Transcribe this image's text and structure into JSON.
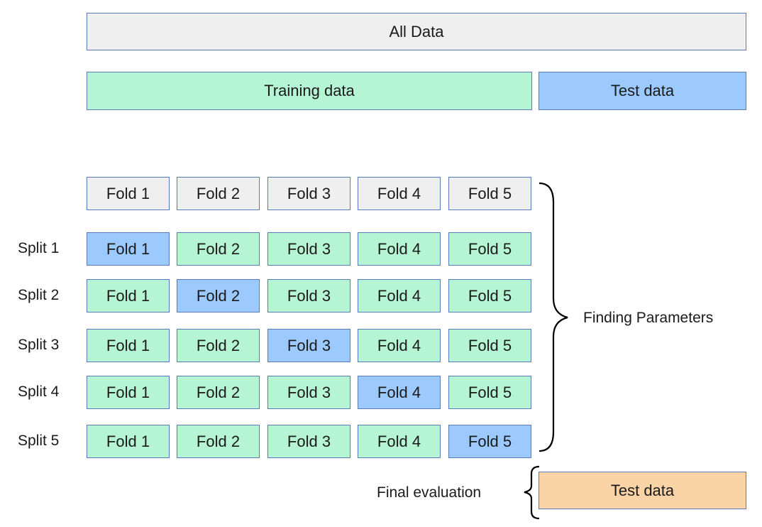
{
  "all_data": "All Data",
  "training_data": "Training data",
  "test_data": "Test data",
  "fold_header": [
    "Fold 1",
    "Fold 2",
    "Fold 3",
    "Fold 4",
    "Fold 5"
  ],
  "splits": [
    {
      "label": "Split 1",
      "folds": [
        "Fold 1",
        "Fold 2",
        "Fold 3",
        "Fold 4",
        "Fold 5"
      ],
      "test_fold": 1
    },
    {
      "label": "Split 2",
      "folds": [
        "Fold 1",
        "Fold 2",
        "Fold 3",
        "Fold 4",
        "Fold 5"
      ],
      "test_fold": 2
    },
    {
      "label": "Split 3",
      "folds": [
        "Fold 1",
        "Fold 2",
        "Fold 3",
        "Fold 4",
        "Fold 5"
      ],
      "test_fold": 3
    },
    {
      "label": "Split 4",
      "folds": [
        "Fold 1",
        "Fold 2",
        "Fold 3",
        "Fold 4",
        "Fold 5"
      ],
      "test_fold": 4
    },
    {
      "label": "Split 5",
      "folds": [
        "Fold 1",
        "Fold 2",
        "Fold 3",
        "Fold 4",
        "Fold 5"
      ],
      "test_fold": 5
    }
  ],
  "finding_parameters": "Finding Parameters",
  "final_evaluation": "Final evaluation",
  "final_test_data": "Test data",
  "colors": {
    "all_data": "#efefef",
    "training": "#b6f5d4",
    "test": "#9ccaff",
    "final_test": "#fad3a6",
    "border": "#5b7bb8"
  }
}
